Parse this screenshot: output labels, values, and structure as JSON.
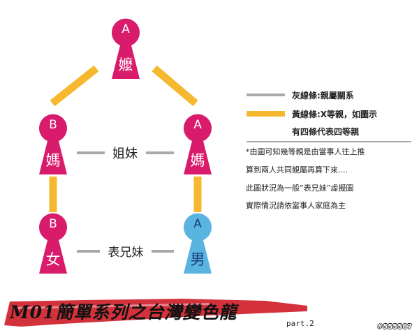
{
  "colors": {
    "pink": "#d81b6b",
    "blue": "#5ab4e0",
    "yellow_line": "#f5b82e",
    "gray_line": "#a9a9a9",
    "banner_red": "#d3323c"
  },
  "nodes": [
    {
      "id": "grandma",
      "letter": "A",
      "label": "嬤",
      "color": "pink"
    },
    {
      "id": "mom-b",
      "letter": "B",
      "label": "媽",
      "color": "pink"
    },
    {
      "id": "mom-a",
      "letter": "A",
      "label": "媽",
      "color": "pink"
    },
    {
      "id": "girl-b",
      "letter": "B",
      "label": "女",
      "color": "pink"
    },
    {
      "id": "boy-a",
      "letter": "A",
      "label": "男",
      "color": "blue"
    }
  ],
  "relations": {
    "sisters": "姐妹",
    "cousins": "表兄妹"
  },
  "legend": {
    "gray": "灰線條:親屬關系",
    "yellow_line1": "黃線條:X等親，如圖示",
    "yellow_line2": "有四條代表四等親"
  },
  "notes": [
    "*由圖可知幾等親是由當事人往上推",
    "算到兩人共同親屬再算下來....",
    "此圖狀況為一般”表兄妹”虛擬圖",
    "實際情況請依當事人家庭為主"
  ],
  "banner": {
    "title": "M01簡單系列之台灣變色龍",
    "part": "part.2"
  },
  "watermark": "#555587"
}
